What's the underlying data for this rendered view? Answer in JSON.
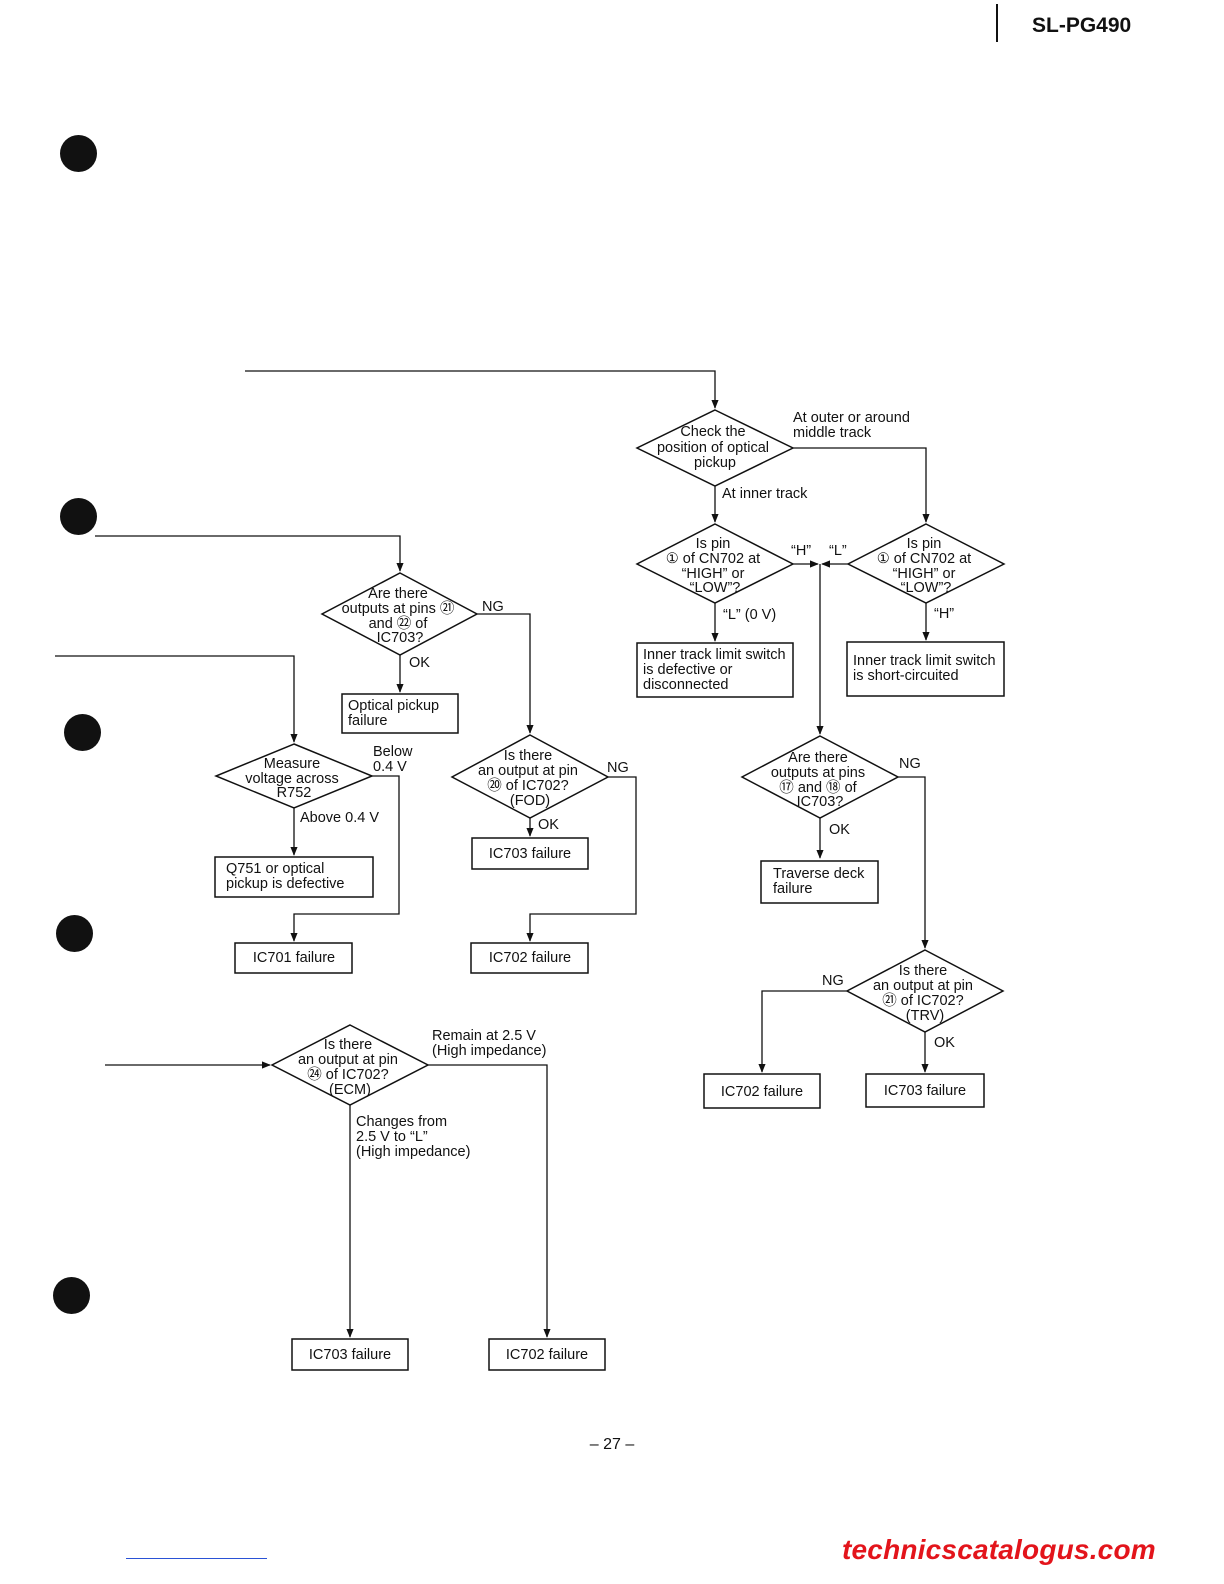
{
  "header": {
    "model": "SL-PG490"
  },
  "page_number": "– 27 –",
  "footer": {
    "site": "technicscatalogus.com"
  },
  "flowchart_a": {
    "decision_position": [
      "Check the",
      "position of optical",
      "pickup"
    ],
    "label_outer": [
      "At outer or around",
      "middle track"
    ],
    "label_inner": "At inner track",
    "decision_pin_left": [
      "Is pin",
      "① of CN702 at",
      "“HIGH” or",
      "“LOW”?"
    ],
    "decision_pin_right": [
      "Is pin",
      "① of CN702 at",
      "“HIGH” or",
      "“LOW”?"
    ],
    "label_h_left": "“H”",
    "label_l_right": "“L”",
    "label_l0v": "“L” (0 V)",
    "label_h_right": "“H”",
    "box_inner_defective": [
      "Inner track limit switch",
      "is defective or",
      "disconnected"
    ],
    "box_inner_short": [
      "Inner track limit switch",
      "is short-circuited"
    ],
    "decision_pins_17_18": [
      "Are there",
      "outputs at pins",
      "⑰ and ⑱ of",
      "IC703?"
    ],
    "label_ng_17": "NG",
    "label_ok_17": "OK",
    "box_traverse": [
      "Traverse deck",
      "failure"
    ],
    "decision_trv": [
      "Is there",
      "an output at pin",
      "㉑ of IC702?",
      "(TRV)"
    ],
    "label_ng_trv": "NG",
    "label_ok_trv": "OK",
    "box_ic702_trv": "IC702 failure",
    "box_ic703_trv": "IC703 failure"
  },
  "flowchart_b": {
    "decision_pins_21_22": [
      "Are there",
      "outputs at pins ㉑",
      "and ㉒ of",
      "IC703?"
    ],
    "label_ng": "NG",
    "label_ok": "OK",
    "box_optical": [
      "Optical pickup",
      "failure"
    ],
    "decision_fod": [
      "Is there",
      "an output at pin",
      "⑳ of IC702?",
      "(FOD)"
    ],
    "label_ng_fod": "NG",
    "label_ok_fod": "OK",
    "box_ic703_fod": "IC703 failure",
    "box_ic702_fod": "IC702 failure"
  },
  "flowchart_c": {
    "decision_measure": [
      "Measure",
      "voltage across",
      "R752"
    ],
    "label_below": [
      "Below",
      "0.4 V"
    ],
    "label_above": "Above 0.4 V",
    "box_q751": [
      "Q751 or optical",
      "pickup is defective"
    ],
    "box_ic701": "IC701 failure"
  },
  "flowchart_d": {
    "decision_ecm": [
      "Is there",
      "an output at pin",
      "㉔ of IC702?",
      "(ECM)"
    ],
    "label_remain": [
      "Remain at 2.5 V",
      "(High impedance)"
    ],
    "label_changes": [
      "Changes from",
      "2.5 V to “L”",
      "(High impedance)"
    ],
    "box_ic703_ecm": "IC703 failure",
    "box_ic702_ecm": "IC702 failure"
  }
}
